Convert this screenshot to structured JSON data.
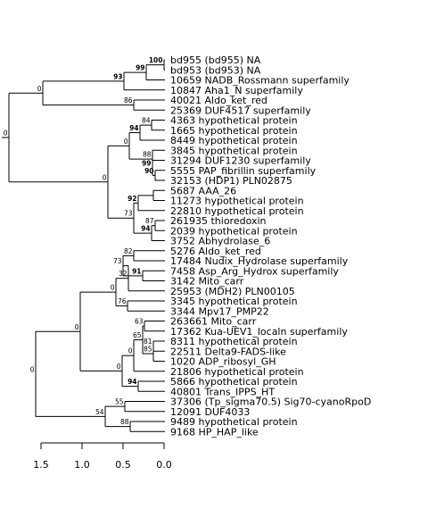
{
  "leaves": [
    "bd955 (bd955) NA",
    "bd953 (bd953) NA",
    "10659 NADB_Rossmann superfamily",
    "10847 Aha1_N superfamily",
    "40021 Aldo_ket_red",
    "25369 DUF4517 superfamily",
    "4363 hypothetical protein",
    "1665 hypothetical protein",
    "8449 hypothetical protein",
    "3845 hypothetical protein",
    "31294 DUF1230 superfamily",
    "5555 PAP_fibrillin superfamily",
    "32153 (HDP1) PLN02875",
    "5687 AAA_26",
    "11273 hypothetical protein",
    "22810 hypothetical protein",
    "261935 thioredoxin",
    "2039 hypothetical protein",
    "3752 Abhydrolase_6",
    "5276 Aldo_ket_red",
    "17484 Nudix_Hydrolase superfamily",
    "7458 Asp_Arg_Hydrox superfamily",
    "3142 Mito_carr",
    "25953 (MDH2) PLN00105",
    "3345 hypothetical protein",
    "3344 Mpv17_PMP22",
    "263661 Mito_carr",
    "17362 Kua-UEV1_localn superfamily",
    "8311 hypothetical protein",
    "22511 Delta9-FADS-like",
    "1020 ADP_ribosyl_GH",
    "21806 hypothetical protein",
    "5866 hypothetical protein",
    "40801 Trans_IPPS_HT",
    "37306 (Tp_sigma70.5) Sig70-cyanoRpoD",
    "12091 DUF4033",
    "9489 hypothetical protein",
    "9168 HP_HAP_like"
  ],
  "supports": [
    {
      "label": "100",
      "bold": true
    },
    {
      "label": "99",
      "bold": true
    },
    {
      "label": "93",
      "bold": true
    },
    {
      "label": "86",
      "bold": false
    },
    {
      "label": "0",
      "bold": false
    },
    {
      "label": "84",
      "bold": false
    },
    {
      "label": "94",
      "bold": true
    },
    {
      "label": "0",
      "bold": false
    },
    {
      "label": "88",
      "bold": false
    },
    {
      "label": "99",
      "bold": true
    },
    {
      "label": "90",
      "bold": true
    },
    {
      "label": "0",
      "bold": false
    },
    {
      "label": "92",
      "bold": true
    },
    {
      "label": "87",
      "bold": false
    },
    {
      "label": "94",
      "bold": true
    },
    {
      "label": "73",
      "bold": false
    },
    {
      "label": "0",
      "bold": false
    },
    {
      "label": "0",
      "bold": false
    },
    {
      "label": "82",
      "bold": false
    },
    {
      "label": "91",
      "bold": true
    },
    {
      "label": "73",
      "bold": false
    },
    {
      "label": "32",
      "bold": false
    },
    {
      "label": "76",
      "bold": false
    },
    {
      "label": "0",
      "bold": false
    },
    {
      "label": "63",
      "bold": false
    },
    {
      "label": "81",
      "bold": false
    },
    {
      "label": "85",
      "bold": false
    },
    {
      "label": "65",
      "bold": false
    },
    {
      "label": "0",
      "bold": false
    },
    {
      "label": "94",
      "bold": true
    },
    {
      "label": "0",
      "bold": false
    },
    {
      "label": "0",
      "bold": false
    },
    {
      "label": "55",
      "bold": false
    },
    {
      "label": "88",
      "bold": false
    },
    {
      "label": "54",
      "bold": false
    }
  ],
  "axis": {
    "ticks": [
      "1.5",
      "1.0",
      "0.5",
      "0.0"
    ]
  }
}
